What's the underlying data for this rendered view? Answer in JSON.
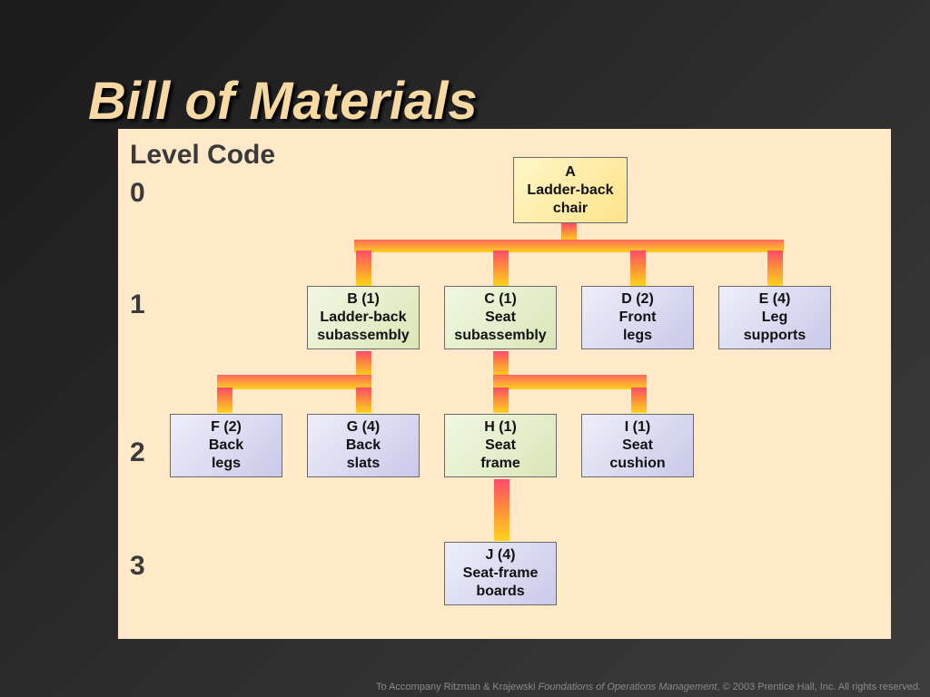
{
  "title": "Bill of Materials",
  "levels": {
    "header": "Level Code",
    "codes": [
      "0",
      "1",
      "2",
      "3"
    ]
  },
  "nodes": {
    "A": {
      "line1": "A",
      "line2": "Ladder-back",
      "line3": "chair"
    },
    "B": {
      "line1": "B (1)",
      "line2": "Ladder-back",
      "line3": "subassembly"
    },
    "C": {
      "line1": "C (1)",
      "line2": "Seat",
      "line3": "subassembly"
    },
    "D": {
      "line1": "D (2)",
      "line2": "Front",
      "line3": "legs"
    },
    "E": {
      "line1": "E (4)",
      "line2": "Leg",
      "line3": "supports"
    },
    "F": {
      "line1": "F (2)",
      "line2": "Back",
      "line3": "legs"
    },
    "G": {
      "line1": "G (4)",
      "line2": "Back",
      "line3": "slats"
    },
    "H": {
      "line1": "H (1)",
      "line2": "Seat",
      "line3": "frame"
    },
    "I": {
      "line1": "I (1)",
      "line2": "Seat",
      "line3": "cushion"
    },
    "J": {
      "line1": "J (4)",
      "line2": "Seat-frame",
      "line3": "boards"
    }
  },
  "footer": {
    "prefix": "To Accompany Ritzman & Krajewski ",
    "book": "Foundations of Operations Management",
    "suffix": ", © 2003 Prentice Hall, Inc. All rights reserved."
  }
}
